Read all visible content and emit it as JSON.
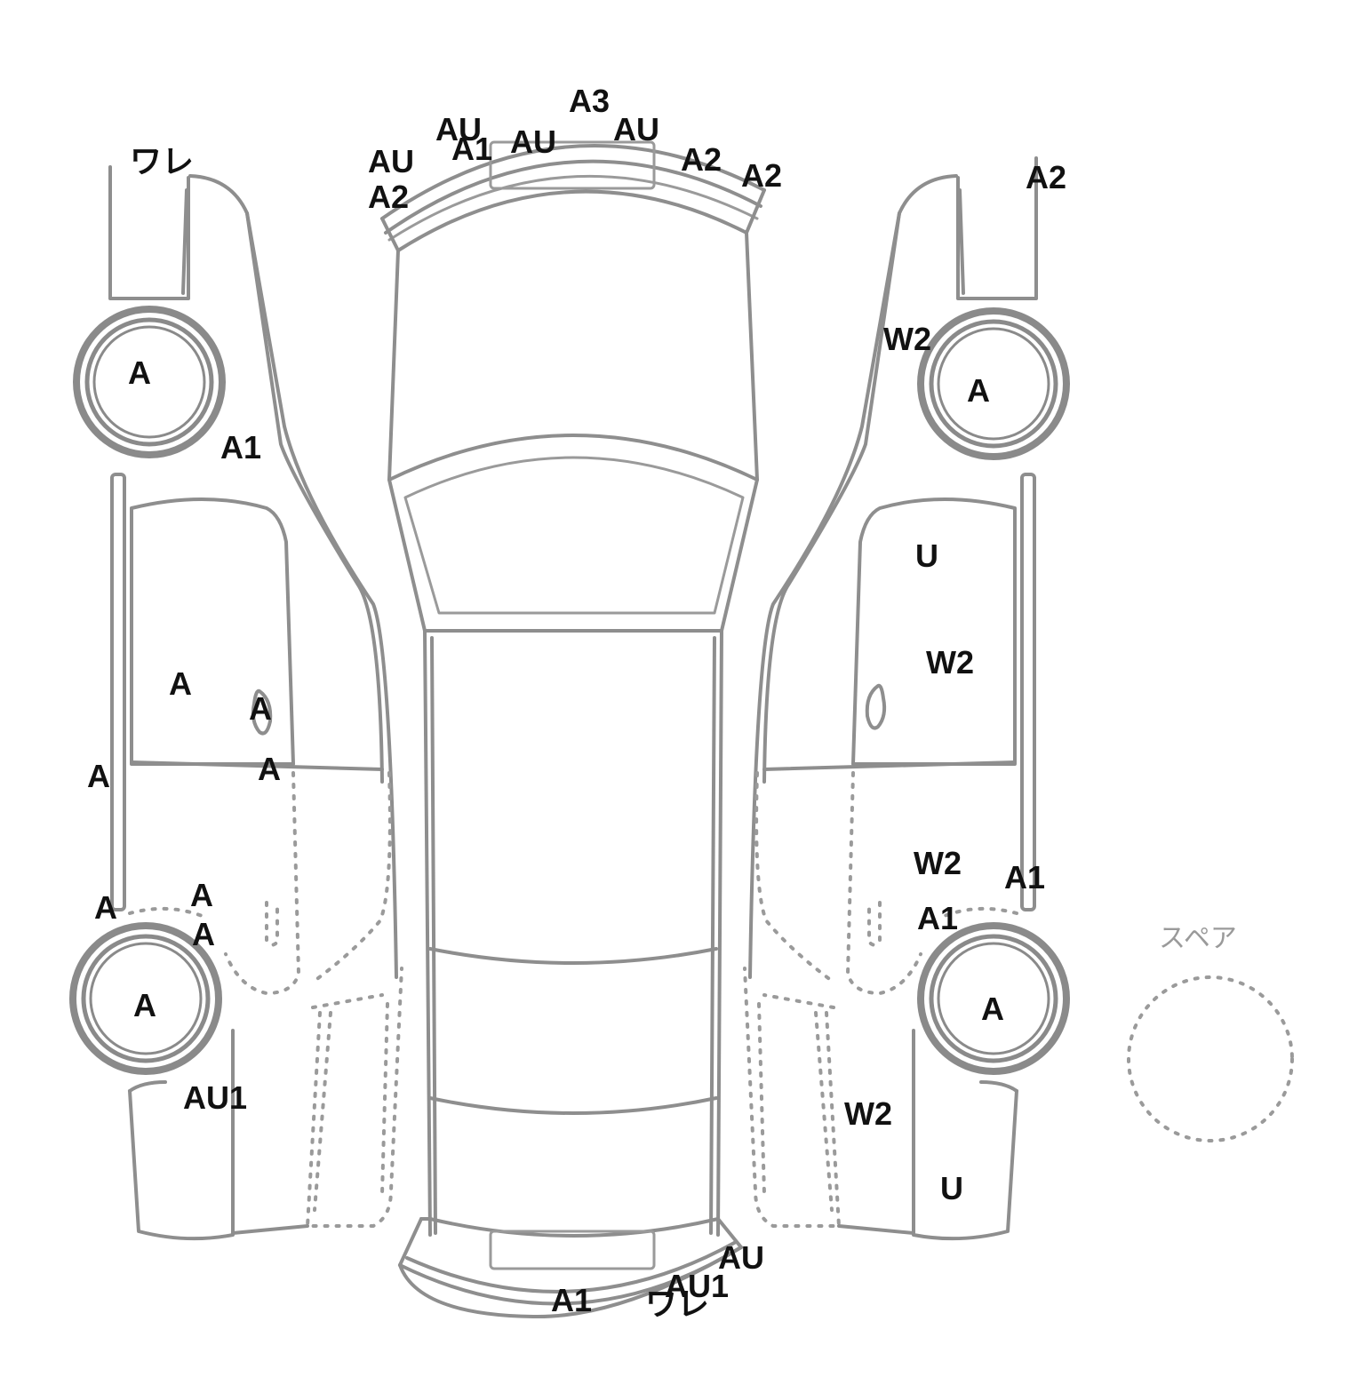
{
  "spare_label": "スペア",
  "marks": {
    "top": [
      "A3",
      "AU",
      "A1",
      "AU",
      "AU",
      "AU",
      "A2",
      "A2",
      "A2"
    ],
    "left": [
      "ワレ",
      "A",
      "A1",
      "A",
      "A",
      "A",
      "A",
      "A",
      "A",
      "A",
      "A",
      "AU1"
    ],
    "right": [
      "A2",
      "W2",
      "A",
      "U",
      "W2",
      "W2",
      "A1",
      "A1",
      "A",
      "W2",
      "U"
    ],
    "bottom": [
      "AU",
      "AU1",
      "A1",
      "ワレ"
    ]
  },
  "colors": {
    "outline": "#8e8e8e",
    "marks": "#111111"
  }
}
